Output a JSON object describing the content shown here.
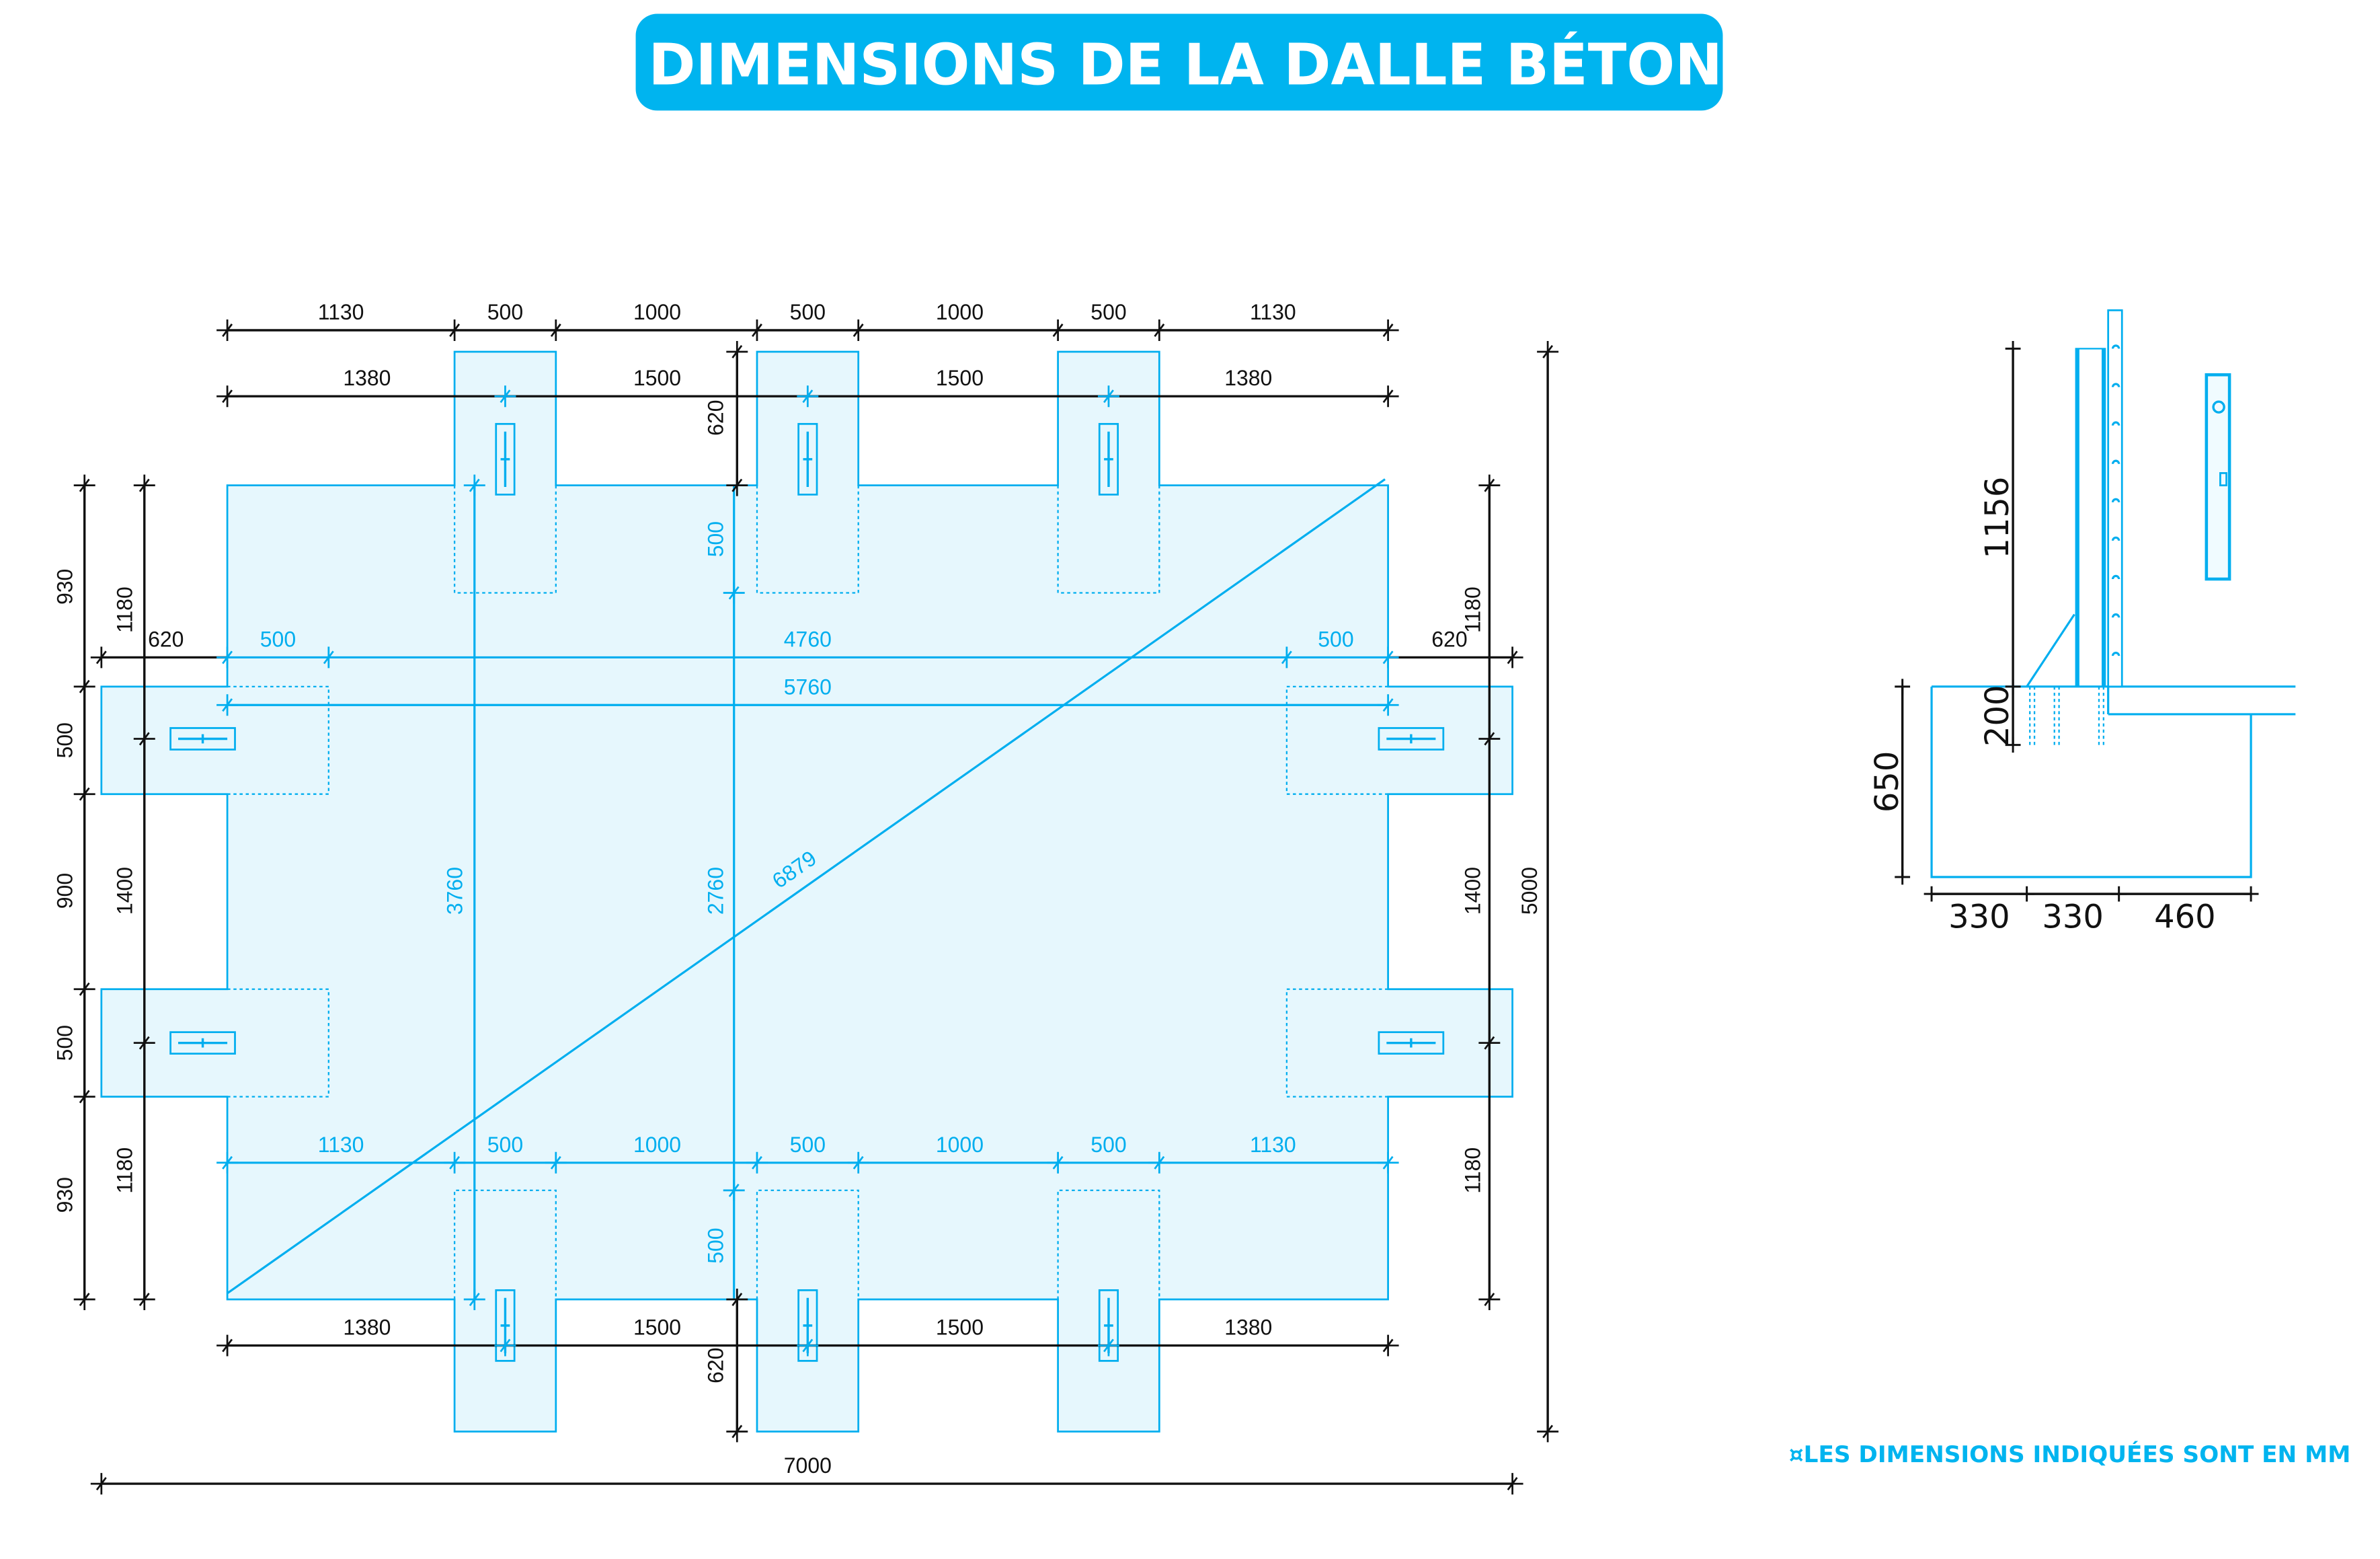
{
  "title": "DIMENSIONS DE LA DALLE BÉTON",
  "colors": {
    "accent": "#00b4ef",
    "slab_fill": "#e6f7fd",
    "dimension": "#111111"
  },
  "plan": {
    "top_row1": [
      "1130",
      "500",
      "1000",
      "500",
      "1000",
      "500",
      "1130"
    ],
    "top_row2": [
      "1380",
      "1500",
      "1500",
      "1380"
    ],
    "top_tab_depth": "620",
    "top_tab_inner": "500",
    "left_outer": [
      "930",
      "500",
      "900",
      "500",
      "930"
    ],
    "left_inner": [
      "1180",
      "1400",
      "1180"
    ],
    "right_inner": [
      "1180",
      "1400",
      "1180"
    ],
    "side_offset_left": "620",
    "side_offset_right": "620",
    "inner_row": [
      "500",
      "4760",
      "500"
    ],
    "inner_width": "5760",
    "overall_height": "5000",
    "overall_width": "7000",
    "interior_3760": "3760",
    "interior_2760": "2760",
    "diagonal": "6879",
    "bottom_row1": [
      "1130",
      "500",
      "1000",
      "500",
      "1000",
      "500",
      "1130"
    ],
    "bottom_row2": [
      "1380",
      "1500",
      "1500",
      "1380"
    ],
    "bottom_tab_inner": "500",
    "bottom_tab_depth": "620"
  },
  "section": {
    "post_height": "1156",
    "slab_thickness": "200",
    "footing_depth": "650",
    "widths": [
      "330",
      "330",
      "460"
    ]
  },
  "note": "¤LES DIMENSIONS INDIQUÉES SONT EN MM"
}
